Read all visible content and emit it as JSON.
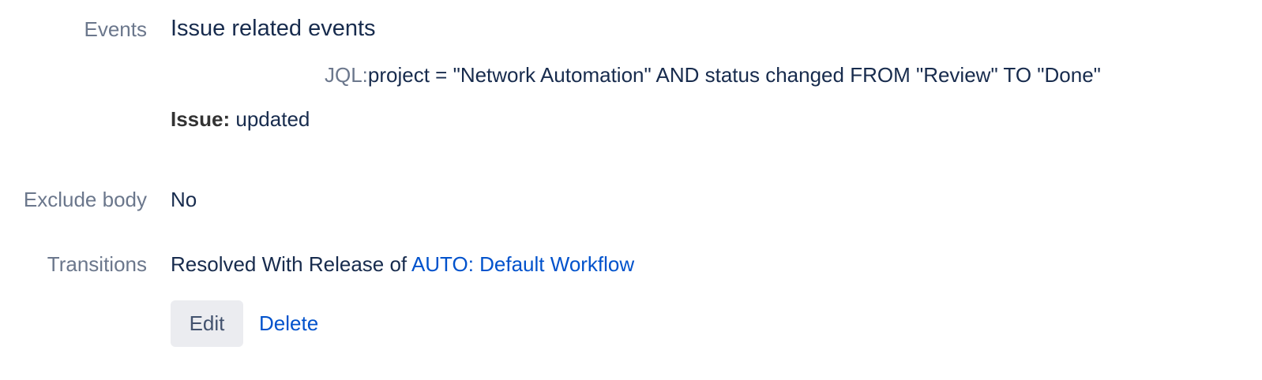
{
  "events": {
    "label": "Events",
    "title": "Issue related events",
    "jql_key": "JQL:",
    "jql_query": "project = \"Network Automation\" AND status changed FROM \"Review\" TO \"Done\"",
    "issue_key": "Issue:",
    "issue_value": "updated"
  },
  "exclude_body": {
    "label": "Exclude body",
    "value": "No"
  },
  "transitions": {
    "label": "Transitions",
    "text": "Resolved With Release of",
    "workflow_link": "AUTO: Default Workflow"
  },
  "actions": {
    "edit_label": "Edit",
    "delete_label": "Delete"
  },
  "colors": {
    "label": "#6b778c",
    "text": "#172b4d",
    "link": "#0052cc",
    "button_bg": "#ebecf0"
  }
}
